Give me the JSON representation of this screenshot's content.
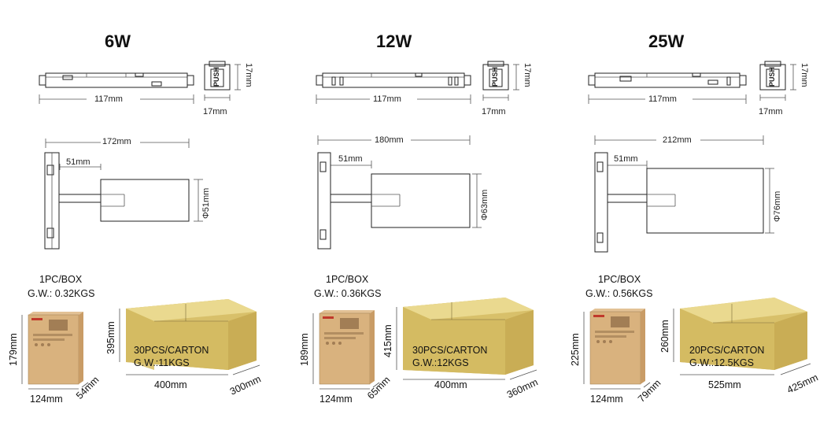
{
  "columns": [
    {
      "title": "6W",
      "track_length": "117mm",
      "end_width": "17mm",
      "end_height": "17mm",
      "end_label": "PUSH",
      "spot_total": "172mm",
      "spot_arm": "51mm",
      "spot_diameter": "Φ51mm",
      "box_info_1": "1PC/BOX",
      "box_info_2": "G.W.: 0.32KGS",
      "small_box_height": "179mm",
      "small_box_width": "124mm",
      "small_box_depth": "54mm",
      "carton_height": "395mm",
      "carton_text_1": "30PCS/CARTON",
      "carton_text_2": "G.W.:11KGS",
      "carton_width": "400mm",
      "carton_depth": "300mm"
    },
    {
      "title": "12W",
      "track_length": "117mm",
      "end_width": "17mm",
      "end_height": "17mm",
      "end_label": "PUSH",
      "spot_total": "180mm",
      "spot_arm": "51mm",
      "spot_diameter": "Φ63mm",
      "box_info_1": "1PC/BOX",
      "box_info_2": "G.W.: 0.36KGS",
      "small_box_height": "189mm",
      "small_box_width": "124mm",
      "small_box_depth": "65mm",
      "carton_height": "415mm",
      "carton_text_1": "30PCS/CARTON",
      "carton_text_2": "G.W.:12KGS",
      "carton_width": "400mm",
      "carton_depth": "360mm"
    },
    {
      "title": "25W",
      "track_length": "117mm",
      "end_width": "17mm",
      "end_height": "17mm",
      "end_label": "PUSH",
      "spot_total": "212mm",
      "spot_arm": "51mm",
      "spot_diameter": "Φ76mm",
      "box_info_1": "1PC/BOX",
      "box_info_2": "G.W.: 0.56KGS",
      "small_box_height": "225mm",
      "small_box_width": "124mm",
      "small_box_depth": "79mm",
      "carton_height": "260mm",
      "carton_text_1": "20PCS/CARTON",
      "carton_text_2": "G.W.:12.5KGS",
      "carton_width": "525mm",
      "carton_depth": "425mm"
    }
  ],
  "colors": {
    "carton_front": "#d8c06a",
    "carton_top": "#e6d487",
    "carton_side": "#c9ad55",
    "kraft_box": "#d9b27e",
    "kraft_side": "#c99c66",
    "line": "#555555"
  },
  "icons": [
    "track-adapter-icon",
    "spotlight-icon",
    "product-box-icon",
    "carton-icon"
  ]
}
